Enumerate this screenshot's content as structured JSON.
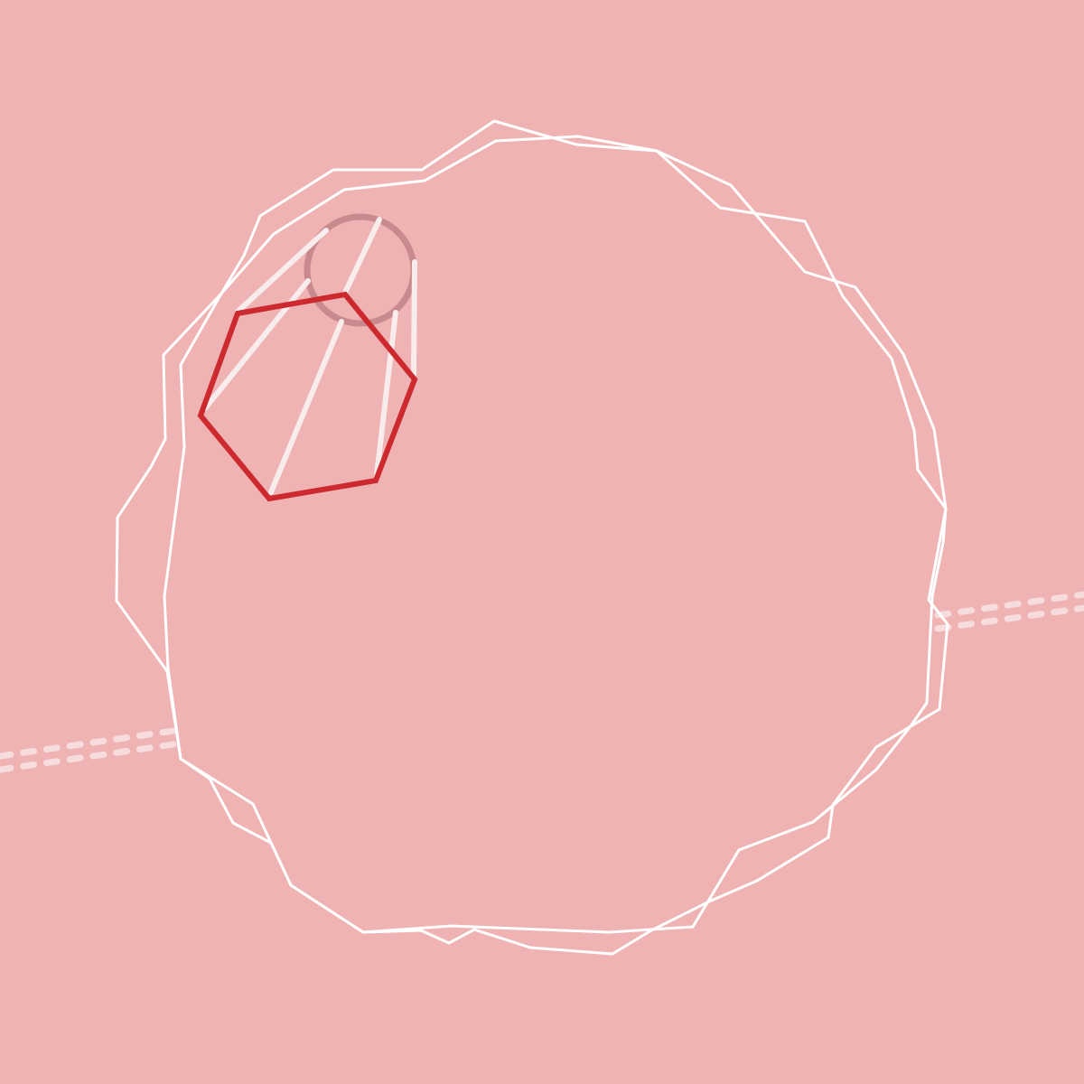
{
  "scene": {
    "background_color": "#EFB3B4",
    "outline_color": "#FFFFFF",
    "accent_color": "#CC2A2F",
    "ghost_circle_color": "#C98A8D",
    "dash_color": "#F7DCDD",
    "streak_color": "#F8ECEC",
    "shapes": [
      "outer-blob-outline",
      "inner-blob-outline",
      "hexagon-outline",
      "ghost-circle",
      "motion-streaks",
      "dashed-line-left",
      "dashed-line-right"
    ]
  }
}
